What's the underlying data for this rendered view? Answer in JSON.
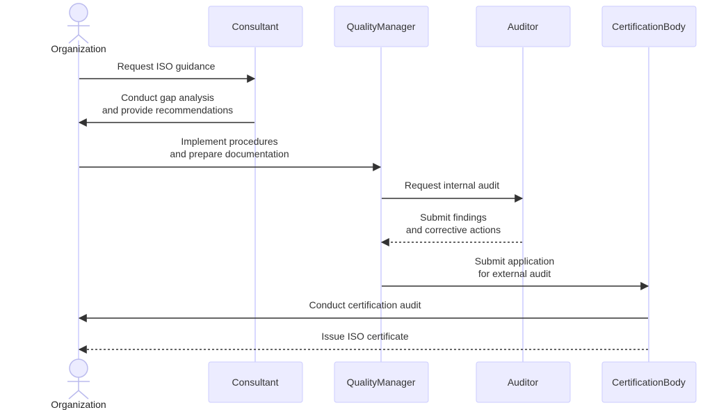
{
  "actor": {
    "name": "Organization"
  },
  "participants": [
    {
      "id": "consultant",
      "label": "Consultant"
    },
    {
      "id": "quality-manager",
      "label": "QualityManager"
    },
    {
      "id": "auditor",
      "label": "Auditor"
    },
    {
      "id": "certification-body",
      "label": "CertificationBody"
    }
  ],
  "messages": [
    {
      "from": "Organization",
      "to": "Consultant",
      "style": "solid",
      "lines": [
        "Request ISO guidance"
      ]
    },
    {
      "from": "Consultant",
      "to": "Organization",
      "style": "solid",
      "lines": [
        "Conduct gap analysis",
        "and provide recommendations"
      ]
    },
    {
      "from": "Organization",
      "to": "QualityManager",
      "style": "solid",
      "lines": [
        "Implement procedures",
        "and prepare documentation"
      ]
    },
    {
      "from": "QualityManager",
      "to": "Auditor",
      "style": "solid",
      "lines": [
        "Request internal audit"
      ]
    },
    {
      "from": "Auditor",
      "to": "QualityManager",
      "style": "dashed",
      "lines": [
        "Submit findings",
        "and corrective actions"
      ]
    },
    {
      "from": "QualityManager",
      "to": "CertificationBody",
      "style": "solid",
      "lines": [
        "Submit application",
        "for external audit"
      ]
    },
    {
      "from": "CertificationBody",
      "to": "Organization",
      "style": "solid",
      "lines": [
        "Conduct certification audit"
      ]
    },
    {
      "from": "CertificationBody",
      "to": "Organization",
      "style": "dashed",
      "lines": [
        "Issue ISO certificate"
      ]
    }
  ],
  "colors": {
    "box_fill": "#ECECFF",
    "box_stroke": "#CCCCFF",
    "lifeline": "#CCCCFF",
    "text": "#333333",
    "arrow": "#333333"
  }
}
